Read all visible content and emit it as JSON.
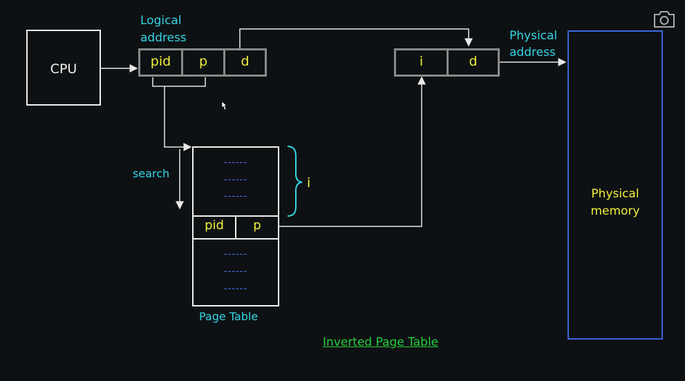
{
  "cpu": {
    "label": "CPU"
  },
  "logical_address": {
    "caption_line1": "Logical",
    "caption_line2": "address",
    "fields": [
      "pid",
      "p",
      "d"
    ]
  },
  "physical_address": {
    "caption_line1": "Physical",
    "caption_line2": "address",
    "fields": [
      "i",
      "d"
    ]
  },
  "page_table": {
    "dashes": "------",
    "match_row": [
      "pid",
      "p"
    ],
    "index_label": "i",
    "caption": "Page Table"
  },
  "search_label": "search",
  "physical_memory": {
    "line1": "Physical",
    "line2": "memory"
  },
  "footer_title": "Inverted Page Table",
  "colors": {
    "background": "#0e1113",
    "cyan": "#34d5e6",
    "yellow": "#f0ee3c",
    "blue": "#5577ff",
    "white": "#f2f2f2",
    "gray_border": "#8a8a8a",
    "green": "#28d13d"
  },
  "icons": {
    "top_right": "camera-icon"
  }
}
